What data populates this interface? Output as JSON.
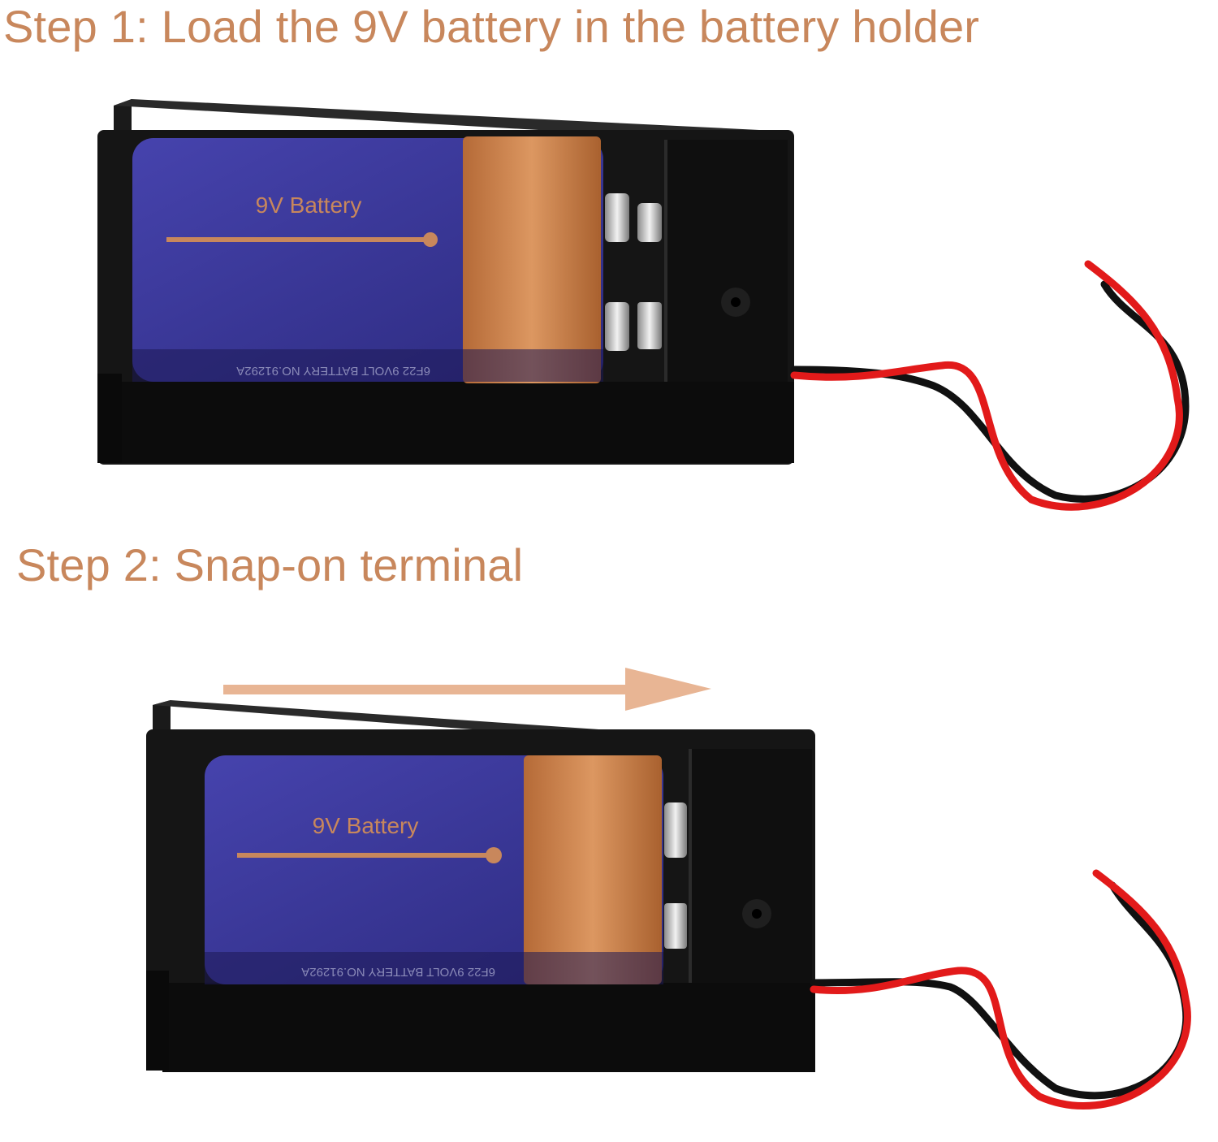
{
  "steps": [
    {
      "title": "Step 1: Load the 9V battery in the battery holder"
    },
    {
      "title": "Step 2: Snap-on terminal"
    }
  ],
  "battery": {
    "label": "9V Battery",
    "side_text": "6F22 9VOLT BATTERY NO.91292A"
  },
  "colors": {
    "accent_text": "#c8875c",
    "battery_blue": "#3a3798",
    "battery_copper": "#c47a45",
    "holder_black": "#121212",
    "wire_red": "#e21a1a",
    "wire_black": "#111111",
    "arrow": "#e8b594"
  },
  "icons": {
    "direction": "arrow-right-icon"
  }
}
